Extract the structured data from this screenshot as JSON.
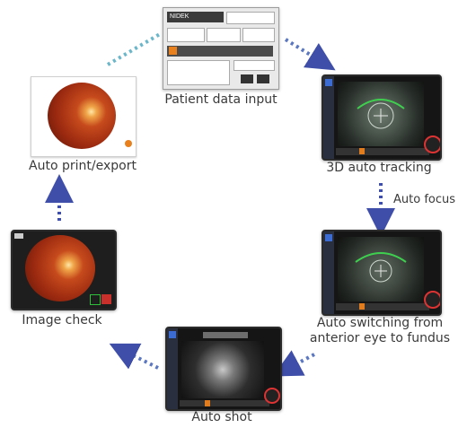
{
  "diagram": {
    "steps": [
      {
        "id": "patient",
        "label": "Patient data input"
      },
      {
        "id": "tracking",
        "label": "3D auto tracking"
      },
      {
        "id": "switching",
        "label_line1": "Auto switching from",
        "label_line2": "anterior eye to fundus"
      },
      {
        "id": "shot",
        "label": "Auto shot"
      },
      {
        "id": "check",
        "label": "Image check"
      },
      {
        "id": "print",
        "label": "Auto print/export"
      }
    ],
    "edges": [
      {
        "from": "patient",
        "to": "tracking",
        "label": ""
      },
      {
        "from": "tracking",
        "to": "switching",
        "label": "Auto focus"
      },
      {
        "from": "switching",
        "to": "shot",
        "label": ""
      },
      {
        "from": "shot",
        "to": "check",
        "label": ""
      },
      {
        "from": "check",
        "to": "print",
        "label": ""
      },
      {
        "from": "print",
        "to": "patient",
        "label": ""
      }
    ],
    "patient_form": {
      "brand": "NIDEK"
    }
  },
  "colors": {
    "arrow_blue": "#3f4fa9",
    "arrow_teal": "#6bb6c9",
    "fundus": "#b3321a",
    "label": "#3a3a3a"
  }
}
